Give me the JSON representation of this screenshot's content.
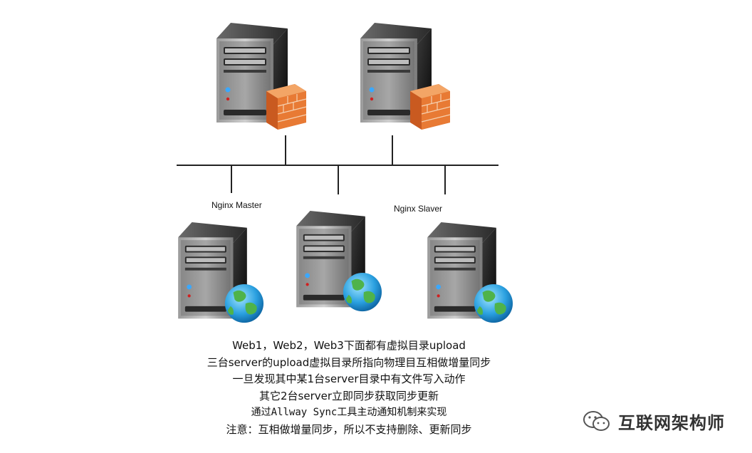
{
  "labels": {
    "nginx_master": "Nginx Master",
    "nginx_slaver": "Nginx Slaver"
  },
  "caption": [
    "Web1，Web2，Web3下面都有虚拟目录upload",
    "三台server的upload虚拟目录所指向物理目互相做增量同步",
    "一旦发现其中某1台server目录中有文件写入动作",
    "其它2台server立即同步获取同步更新",
    "通过Allway Sync工具主动通知机制来实现",
    "注意：互相做增量同步，所以不支持删除、更新同步"
  ],
  "watermark": {
    "text": "互联网架构师",
    "icon": "wechat-icon"
  },
  "icons": {
    "top_servers": "firewall-icon",
    "bottom_servers": "globe-icon"
  }
}
